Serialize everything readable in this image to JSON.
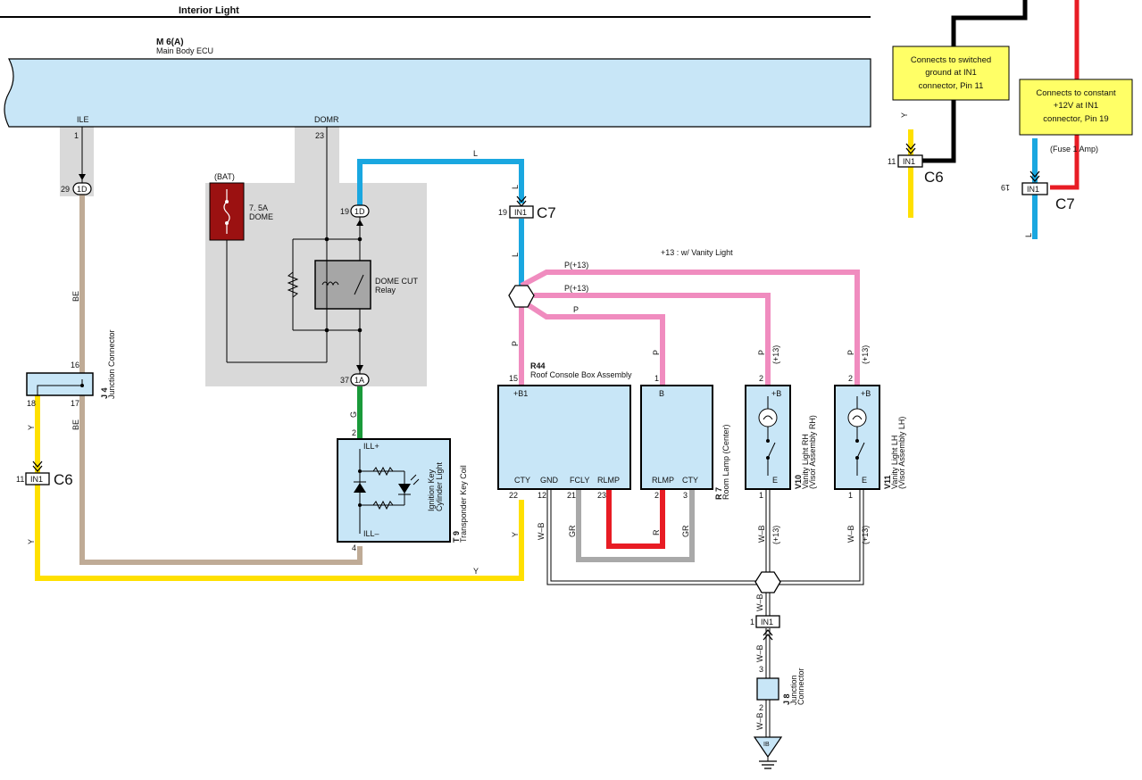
{
  "title": "Interior Light",
  "ecu": {
    "code": "M 6(A)",
    "name": "Main Body ECU",
    "pin_ile": "ILE",
    "pin_domr": "DOMR",
    "pin1": "1",
    "pin23": "23"
  },
  "fuse": {
    "bat": "(BAT)",
    "rating": "7. 5A",
    "name": "DOME"
  },
  "relay": {
    "name1": "DOME CUT",
    "name2": "Relay"
  },
  "junctions": {
    "d1": "1D",
    "d2": "1D",
    "a1": "1A"
  },
  "pins": {
    "p29": "29",
    "p19a": "19",
    "p37": "37",
    "p16": "16",
    "p18": "18",
    "p17": "17",
    "p11a": "11",
    "p19b": "19",
    "p15": "15",
    "p1a": "1",
    "p2a": "2",
    "p2b": "2",
    "p4": "4",
    "p22": "22",
    "p12": "12",
    "p21": "21",
    "p23b": "23",
    "p2c": "2",
    "p3": "3",
    "p2d": "2",
    "p1b": "1",
    "p1c": "1",
    "p1d": "1",
    "p3b": "3",
    "p2e": "2",
    "p11c": "11",
    "p19c": "19",
    "p2v": "2"
  },
  "wires": {
    "be1": "BE",
    "be2": "BE",
    "y1": "Y",
    "y2": "Y",
    "y3": "Y",
    "y4": "Y",
    "g": "G",
    "l1": "L",
    "l2": "L",
    "l3": "L",
    "p13a": "P(+13)",
    "p13b": "P(+13)",
    "p": "P",
    "p2": "P",
    "p3": "P",
    "p4": "P",
    "p5": "P",
    "wb1": "W–B",
    "wb2": "W–B",
    "wb3": "W–B",
    "wb4": "W–B",
    "wb5": "W–B",
    "wb6": "W–B",
    "gr1": "GR",
    "gr2": "GR",
    "r": "R",
    "plus13a": "(+13)",
    "plus13b": "(+13)",
    "plus13c": "(+13)",
    "plus13d": "(+13)"
  },
  "vanity_note": "+13 : w/ Vanity Light",
  "connectors": {
    "in1": "IN1",
    "c6": "C6",
    "c7": "C7"
  },
  "j4": {
    "code": "J 4",
    "name": "Junction Connector"
  },
  "t9": {
    "code": "T 9",
    "name": "Transponder Key Coil",
    "sub1": "Ignition Key",
    "sub2": "Cylinder Light",
    "ill_plus": "ILL+",
    "ill_minus": "ILL–"
  },
  "r44": {
    "code": "R44",
    "name": "Roof Console Box Assembly",
    "b1": "+B1",
    "cty": "CTY",
    "gnd": "GND",
    "fcly": "FCLY",
    "rlmp": "RLMP"
  },
  "r7": {
    "code": "R 7",
    "name": "Room Lamp (Center)",
    "b": "B",
    "rlmp": "RLMP",
    "cty": "CTY"
  },
  "v10": {
    "code": "V10",
    "name1": "Vanity Light RH",
    "name2": "(Visor Assembly RH)",
    "b": "+B",
    "e": "E"
  },
  "v11": {
    "code": "V11",
    "name1": "Vanity Light LH",
    "name2": "(Visor Assembly LH)",
    "b": "+B",
    "e": "E"
  },
  "j8": {
    "code": "J 8",
    "name1": "Junction",
    "name2": "Connector"
  },
  "ground": "IB",
  "notes": {
    "ground_note": [
      "Connects to switched",
      "ground at IN1",
      "connector, Pin 11"
    ],
    "power_note": [
      "Connects to constant",
      "+12V at IN1",
      "connector, Pin 19"
    ],
    "fuse_note": "(Fuse 1 Amp)"
  },
  "colors": {
    "yellow": "#ffe000",
    "blue": "#1aa7e0",
    "green": "#1a9a3a",
    "tan": "#bfab96",
    "pink": "#f08cbf",
    "red": "#e81c24",
    "gray": "#a9a9a9",
    "ecu_fill": "#c8e6f7",
    "note_fill": "#ffff66"
  }
}
